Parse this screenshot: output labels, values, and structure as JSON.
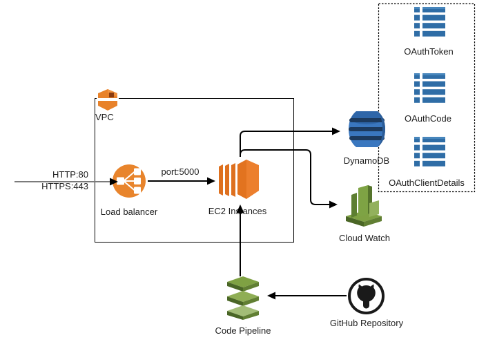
{
  "diagram_type": "aws-architecture-diagram",
  "colors": {
    "aws_orange": "#E8842C",
    "aws_orange_dark": "#C05E15",
    "aws_green": "#7EA143",
    "aws_green_dark": "#4A6626",
    "dynamo_blue": "#3A77BF",
    "dynamo_band_blue": "#1C3A5E",
    "table_blue": "#2F6DA6",
    "github_black": "#1A1A1A",
    "inbound_line_gray": "#7B7B7B",
    "arrow_black": "#000000"
  },
  "containers": {
    "vpc_boundary": {
      "style": "solid",
      "contains": [
        "vpc",
        "load_balancer",
        "ec2"
      ]
    },
    "tables_group": {
      "style": "dashed",
      "contains": [
        "oauth_token",
        "oauth_code",
        "oauth_client_details"
      ]
    }
  },
  "nodes": {
    "vpc": {
      "label": "VPC",
      "icon": "vpc-icon"
    },
    "load_balancer": {
      "label": "Load balancer",
      "icon": "elastic-load-balancer-icon"
    },
    "ec2": {
      "label": "EC2 Instances",
      "icon": "ec2-icon"
    },
    "dynamodb": {
      "label": "DynamoDB",
      "icon": "dynamodb-icon"
    },
    "cloudwatch": {
      "label": "Cloud Watch",
      "icon": "cloudwatch-icon"
    },
    "code_pipeline": {
      "label": "Code Pipeline",
      "icon": "codepipeline-icon"
    },
    "github": {
      "label": "GitHub Repository",
      "icon": "github-octocat-icon"
    },
    "oauth_token": {
      "label": "OAuthToken",
      "icon": "dynamodb-table-icon"
    },
    "oauth_code": {
      "label": "OAuthCode",
      "icon": "dynamodb-table-icon"
    },
    "oauth_client_details": {
      "label": "OAuthClientDetails",
      "icon": "dynamodb-table-icon"
    }
  },
  "edges": {
    "client_to_lb": {
      "from": "client",
      "to": "load_balancer",
      "labels": [
        "HTTP:80",
        "HTTPS:443"
      ]
    },
    "lb_to_ec2": {
      "from": "load_balancer",
      "to": "ec2",
      "label": "port:5000"
    },
    "ec2_to_dynamodb": {
      "from": "ec2",
      "to": "dynamodb",
      "label": ""
    },
    "ec2_to_cloudwatch": {
      "from": "ec2",
      "to": "cloudwatch",
      "label": ""
    },
    "codepipeline_to_ec2": {
      "from": "code_pipeline",
      "to": "ec2",
      "label": ""
    },
    "github_to_codepipeline": {
      "from": "github",
      "to": "code_pipeline",
      "label": ""
    }
  }
}
